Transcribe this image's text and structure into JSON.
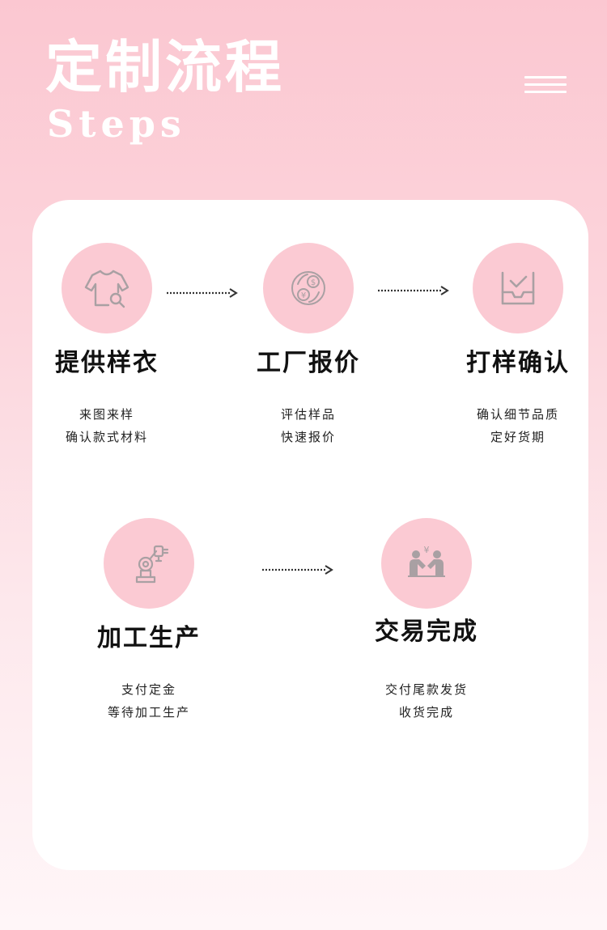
{
  "header": {
    "title": "定制流程",
    "subtitle": "Steps",
    "menu_icon": "hamburger-menu-icon"
  },
  "colors": {
    "background_top": "#fbc7d1",
    "background_bottom": "#fff6f8",
    "circle": "#fbcad3",
    "icon_stroke": "#a9a0a3",
    "arrow": "#333333"
  },
  "steps": [
    {
      "icon": "clothing-search-icon",
      "title": "提供样衣",
      "desc": [
        "来图来样",
        "确认款式材料"
      ]
    },
    {
      "icon": "currency-exchange-icon",
      "title": "工厂报价",
      "desc": [
        "评估样品",
        "快速报价"
      ]
    },
    {
      "icon": "inbox-check-icon",
      "title": "打样确认",
      "desc": [
        "确认细节品质",
        "定好货期"
      ]
    },
    {
      "icon": "robot-arm-icon",
      "title": "加工生产",
      "desc": [
        "支付定金",
        "等待加工生产"
      ]
    },
    {
      "icon": "handshake-deal-icon",
      "title": "交易完成",
      "desc": [
        "交付尾款发货",
        "收货完成"
      ]
    }
  ]
}
